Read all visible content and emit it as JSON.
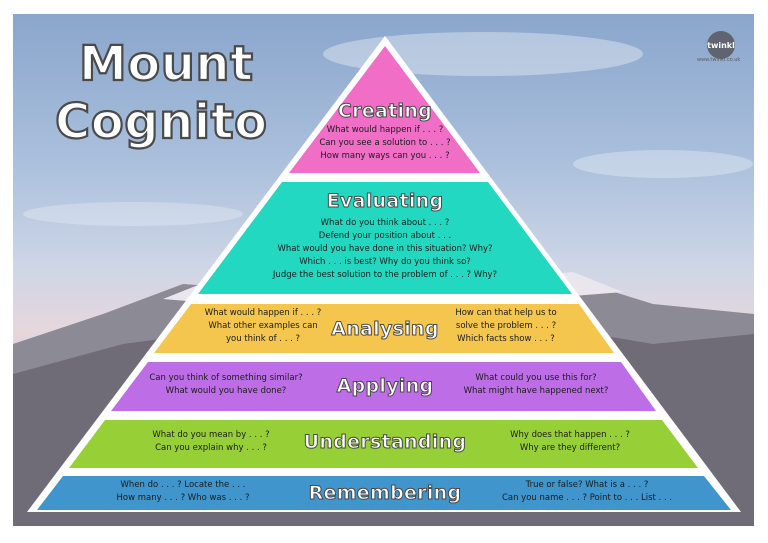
{
  "title": {
    "line1": "Mount",
    "line2": "Cognito"
  },
  "brand": {
    "name": "twinkl",
    "url": "www.twinkl.co.uk"
  },
  "colors": {
    "creating": "#f06ec6",
    "evaluating": "#22d8c0",
    "analysing": "#f4c64d",
    "applying": "#bd6ee6",
    "understanding": "#97cf37",
    "remembering": "#3f95cc"
  },
  "tiers": {
    "creating": {
      "heading": "Creating",
      "questions": [
        "What would happen if . . . ?",
        "Can you see a solution to . . . ?",
        "How many ways can you . . . ?"
      ]
    },
    "evaluating": {
      "heading": "Evaluating",
      "questions": [
        "What do you think about . . . ?",
        "Defend your position about . . .",
        "What would you have done in this situation? Why?",
        "Which . . . is best? Why do you think so?",
        "Judge the best solution to the problem of . . . ? Why?"
      ]
    },
    "analysing": {
      "heading": "Analysing",
      "left": [
        "What would happen if . . . ?",
        "What other examples can",
        "you think of . . . ?"
      ],
      "right": [
        "How can that help us to",
        "solve the problem . . . ?",
        "Which facts show . . . ?"
      ]
    },
    "applying": {
      "heading": "Applying",
      "left": [
        "Can you think of something similar?",
        "What would you have done?"
      ],
      "right": [
        "What could you use this for?",
        "What might have happened next?"
      ]
    },
    "understanding": {
      "heading": "Understanding",
      "left": [
        "What do you mean by . . . ?",
        "Can you explain why . . . ?"
      ],
      "right": [
        "Why does that happen . . . ?",
        "Why are they different?"
      ]
    },
    "remembering": {
      "heading": "Remembering",
      "left": [
        "When do . . . ? Locate the . . .",
        "How many . . . ? Who was . . . ?"
      ],
      "right": [
        "True or false? What is a  . . . ?",
        "Can you name . . . ? Point to . . . List . . ."
      ]
    }
  }
}
